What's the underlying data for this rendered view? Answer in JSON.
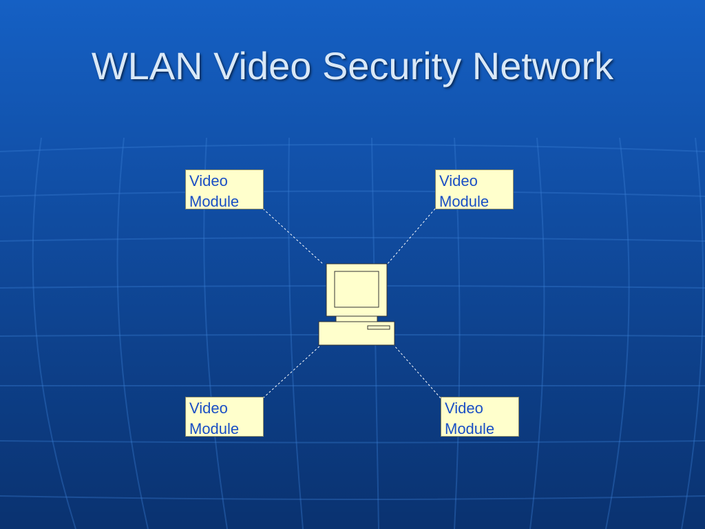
{
  "slide": {
    "title": "WLAN Video Security Network"
  },
  "diagram": {
    "hub": {
      "icon": "desktop-computer-icon",
      "fill": "#ffffcc"
    },
    "modules": [
      {
        "line1": "Video",
        "line2": "Module"
      },
      {
        "line1": "Video",
        "line2": "Module"
      },
      {
        "line1": "Video",
        "line2": "Module"
      },
      {
        "line1": "Video",
        "line2": "Module"
      }
    ],
    "connector_style": "dashed",
    "module_text_color": "#1a4fc4",
    "module_fill": "#ffffcc"
  },
  "colors": {
    "background": "#114fa6",
    "title_text": "#d9e8f7"
  }
}
